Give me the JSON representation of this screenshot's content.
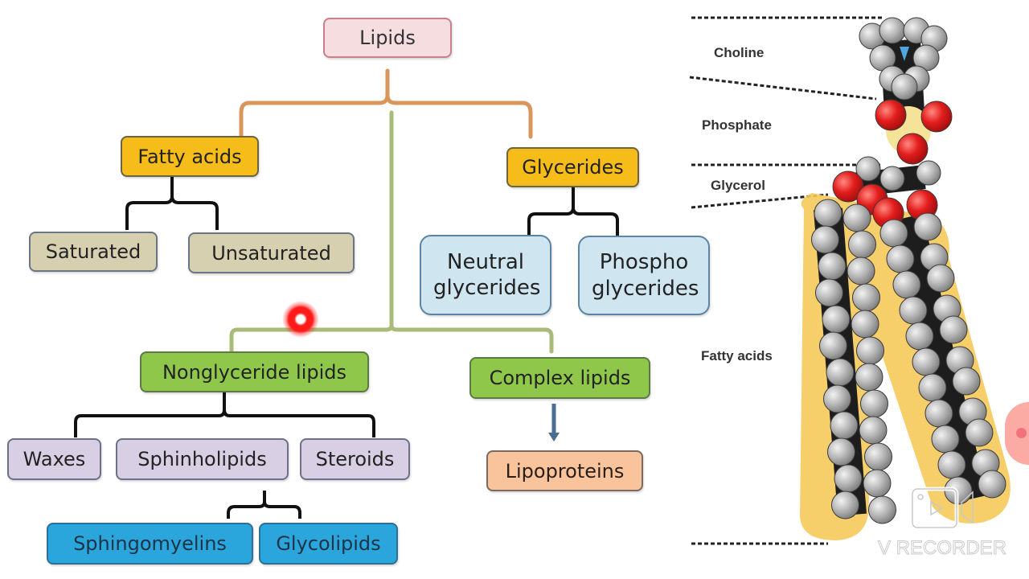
{
  "diagram": {
    "title_node": "Lipids",
    "level1": {
      "fatty_acids": {
        "label": "Fatty acids",
        "children": [
          "Saturated",
          "Unsaturated"
        ]
      },
      "glycerides": {
        "label": "Glycerides",
        "children": [
          "Neutral glycerides",
          "Phospho glycerides"
        ]
      },
      "nonglyceride_lipids": {
        "label": "Nonglyceride lipids",
        "children": [
          "Waxes",
          "Sphinholipids",
          "Steroids"
        ],
        "sphinholipids_children": [
          "Sphingomyelins",
          "Glycolipids"
        ]
      },
      "complex_lipids": {
        "label": "Complex lipids",
        "children": [
          "Lipoproteins"
        ]
      }
    },
    "colors": {
      "root": "#f5dde0",
      "level1_gold": "#f6bd1a",
      "fatty_children": "#d6d0b0",
      "glyceride_children": "#cfe6f1",
      "level1_green": "#8fc74a",
      "nonglyceride_children": "#d9cfe4",
      "sphingo_children": "#2aa6dc",
      "lipoproteins": "#f9c39b",
      "connector_orange": "#d9955a",
      "connector_green": "#a8bb78",
      "connector_black": "#111111",
      "arrow_blue": "#4a6d96"
    }
  },
  "molecule": {
    "name": "phospholipid space-filling model",
    "labels": [
      "Choline",
      "Phosphate",
      "Glycerol",
      "Fatty acids"
    ]
  },
  "overlay": {
    "pointer": "red-touch-pointer",
    "watermark_text": "V RECORDER",
    "watermark_icon": "video-recorder-icon",
    "side_button": "floating-record-button"
  }
}
